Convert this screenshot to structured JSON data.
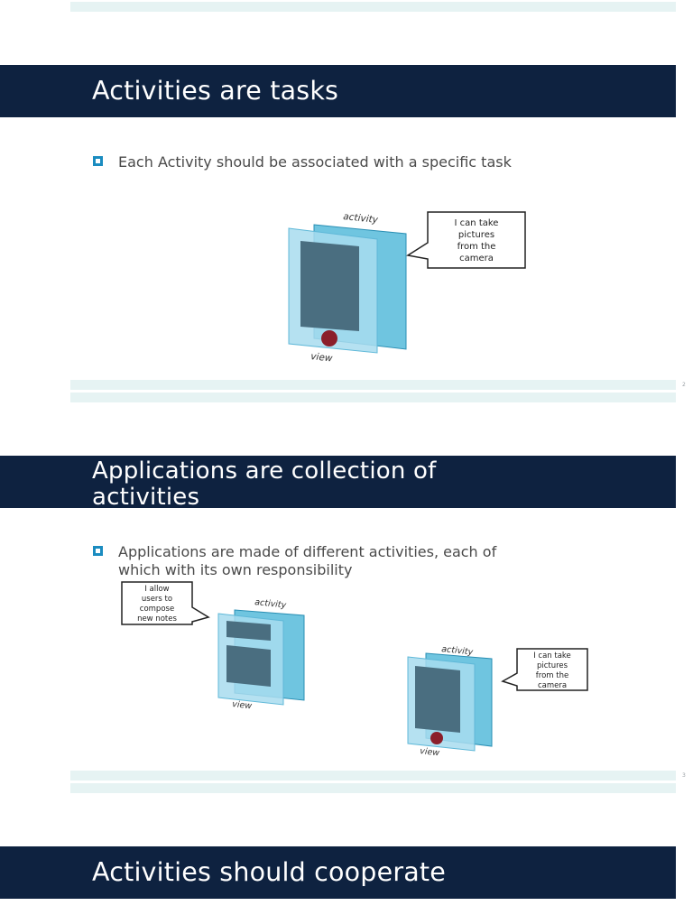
{
  "slides": [
    {
      "title": "Activities are tasks",
      "bullet_lines": [
        "Each Activity should be associated with a specific task"
      ],
      "diagram": {
        "activity_label": "activity",
        "view_label": "view",
        "bubble_lines": [
          "I can take",
          "pictures",
          "from the",
          "camera"
        ]
      },
      "page_number": "2"
    },
    {
      "title_lines": [
        "Applications are collection of",
        "activities"
      ],
      "bullet_lines": [
        "Applications are made of different activities, each of",
        "which with its own responsibility"
      ],
      "diagram_left": {
        "activity_label": "activity",
        "view_label": "view",
        "bubble_lines": [
          "I allow",
          "users to",
          "compose",
          "new notes"
        ]
      },
      "diagram_right": {
        "activity_label": "activity",
        "view_label": "view",
        "bubble_lines": [
          "I can take",
          "pictures",
          "from the",
          "camera"
        ]
      },
      "page_number": "3"
    },
    {
      "title": "Activities should cooperate"
    }
  ],
  "colors": {
    "title_band": "#0e2240",
    "bullet_accent": "#1b8cc0",
    "pane_back": "#4bb6d8",
    "pane_front": "#a8dcee",
    "screen": "#4a6e80",
    "button": "#8b1e2a",
    "footer_bar": "#e6f3f3"
  }
}
